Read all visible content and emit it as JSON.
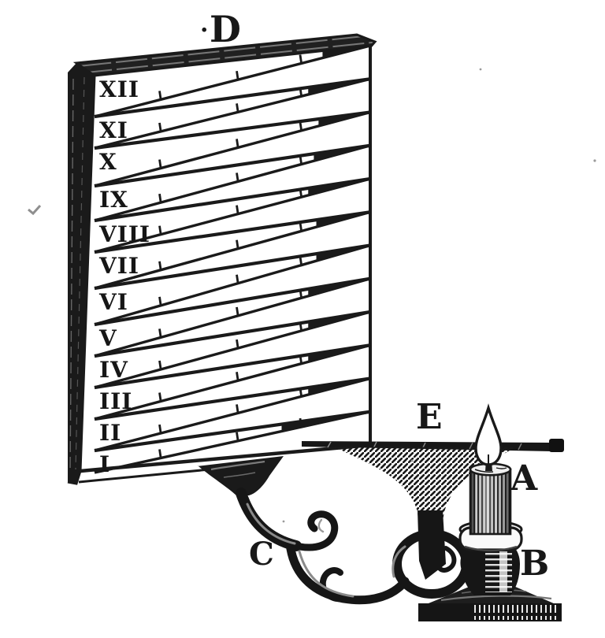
{
  "labels": {
    "board": "D",
    "shade_bar": "E",
    "candle": "A",
    "candlestick": "B",
    "bracket": "C"
  },
  "dial": {
    "hours": [
      "XII",
      "XI",
      "X",
      "IX",
      "VIII",
      "VII",
      "VI",
      "V",
      "IV",
      "III",
      "II",
      "I"
    ]
  },
  "colors": {
    "ink": "#1a1a1a",
    "paper": "#ffffff",
    "highlight_gray": "#8a8a8a"
  }
}
